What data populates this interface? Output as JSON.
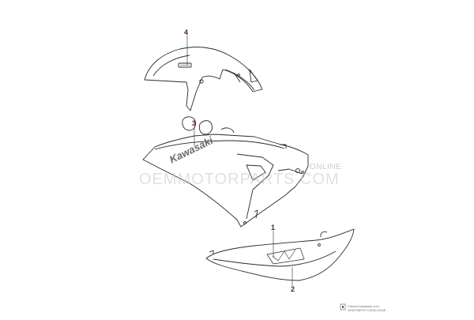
{
  "diagram": {
    "callouts": [
      {
        "label": "1"
      },
      {
        "label": "2"
      },
      {
        "label": "3"
      },
      {
        "label": "4"
      }
    ],
    "decal_brand": "Kawasaki",
    "watermark_main": "OEMMOTORPARTS.COM",
    "watermark_side": "ONLINE",
    "footer": {
      "line1": "Cfanchi kawasaki.com",
      "line2": "OEM PARTS CATALOGUE"
    },
    "colors": {
      "outline": "#2a2a2a",
      "callout": "#5a1a1a",
      "watermark": "#c8c8c8"
    }
  }
}
